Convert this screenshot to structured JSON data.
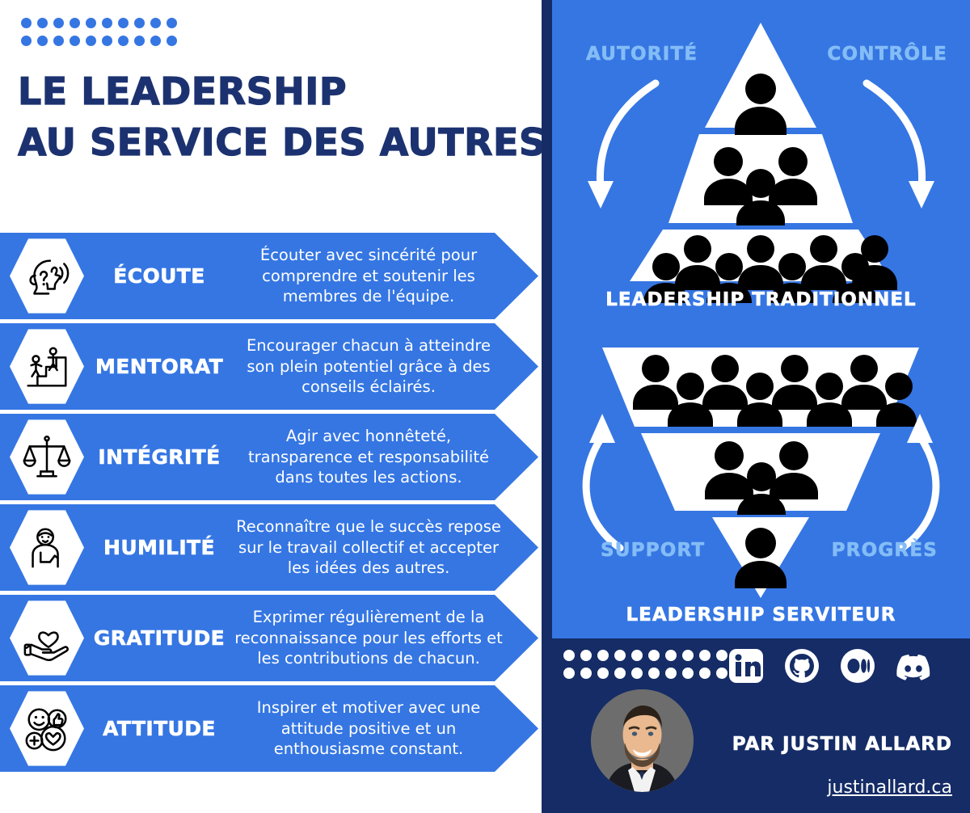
{
  "colors": {
    "brand_blue": "#3576E3",
    "navy": "#152C66",
    "title_navy": "#1C3270",
    "light_blue": "#84BCF6",
    "white": "#FFFFFF"
  },
  "title": {
    "line1": "LE LEADERSHIP",
    "line2": "AU SERVICE DES AUTRES"
  },
  "values": [
    {
      "icon": "listening-ear-icon",
      "title": "ÉCOUTE",
      "description": "Écouter avec sincérité pour comprendre et soutenir les membres de l'équipe."
    },
    {
      "icon": "mentor-stairs-icon",
      "title": "MENTORAT",
      "description": "Encourager chacun à atteindre son plein potentiel grâce à des conseils éclairés."
    },
    {
      "icon": "balance-scales-icon",
      "title": "INTÉGRITÉ",
      "description": "Agir avec honnêteté, transparence et responsabilité dans toutes les actions."
    },
    {
      "icon": "humble-person-icon",
      "title": "HUMILITÉ",
      "description": "Reconnaître que le succès repose sur le travail collectif et accepter les idées des autres."
    },
    {
      "icon": "hand-heart-icon",
      "title": "GRATITUDE",
      "description": "Exprimer régulièrement de la reconnaissance pour les efforts et les contributions de chacun."
    },
    {
      "icon": "smiley-thumbsup-heart-icon",
      "title": "ATTITUDE",
      "description": "Inspirer et motiver avec une attitude positive et un enthousiasme constant."
    }
  ],
  "diagrams": {
    "traditional": {
      "label_left": "AUTORITÉ",
      "label_right": "CONTRÔLE",
      "caption": "LEADERSHIP TRADITIONNEL",
      "tier_people_counts": [
        1,
        3,
        8
      ],
      "arrow_direction": "down"
    },
    "servant": {
      "label_left": "SUPPORT",
      "label_right": "PROGRÈS",
      "caption": "LEADERSHIP SERVITEUR",
      "tier_people_counts": [
        8,
        3,
        1
      ],
      "arrow_direction": "up"
    }
  },
  "footer": {
    "social": [
      {
        "name": "linkedin-icon"
      },
      {
        "name": "github-icon"
      },
      {
        "name": "medium-icon"
      },
      {
        "name": "discord-icon"
      }
    ],
    "byline": "PAR JUSTIN ALLARD",
    "website": "justinallard.ca",
    "dot_count": 20
  }
}
